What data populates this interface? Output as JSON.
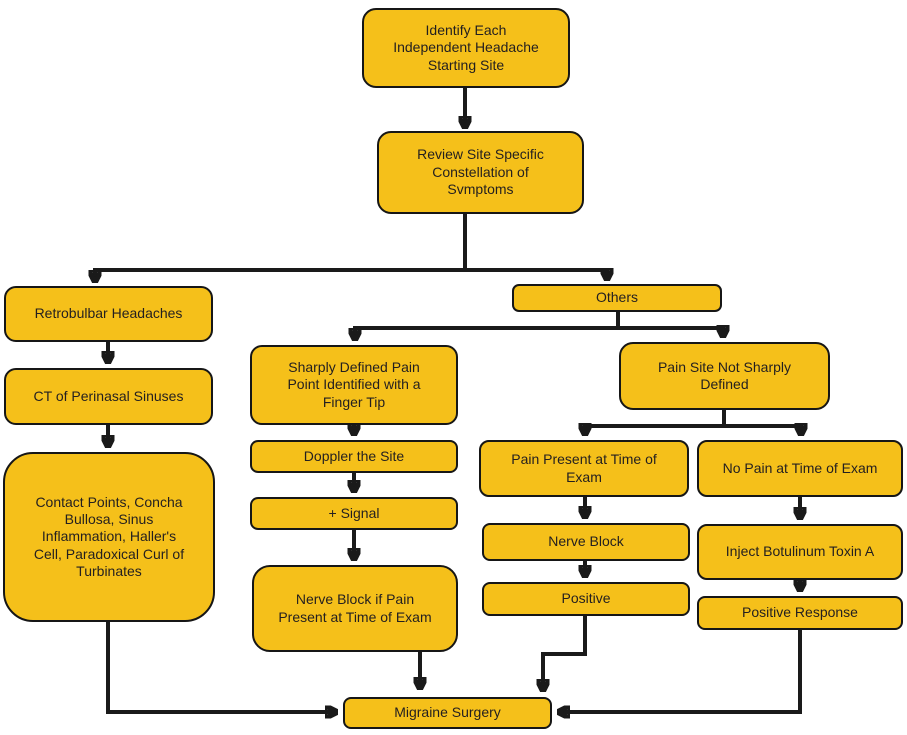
{
  "colors": {
    "box_fill": "#F5C01A",
    "box_border": "#161616",
    "arrow": "#1A1A1A",
    "text": "#231F20",
    "background": "#FFFFFF"
  },
  "nodes": {
    "identify": {
      "label": "Identify Each\nIndependent Headache\nStarting Site"
    },
    "review": {
      "label": "Review Site Specific\nConstellation of\nSvmptoms"
    },
    "retrobulbar": {
      "label": "Retrobulbar Headaches"
    },
    "ct": {
      "label": "CT of Perinasal Sinuses"
    },
    "contact": {
      "label": "Contact Points, Concha\nBullosa, Sinus\nInflammation, Haller's\nCell, Paradoxical Curl of\nTurbinates"
    },
    "others": {
      "label": "Others"
    },
    "sharply": {
      "label": "Sharply Defined Pain\nPoint Identified with a\nFinger Tip"
    },
    "doppler": {
      "label": "Doppler the Site"
    },
    "signal": {
      "label": "+ Signal"
    },
    "nerveblockif": {
      "label": "Nerve Block if Pain\nPresent at Time of Exam"
    },
    "painsite": {
      "label": "Pain Site Not Sharply\nDefined"
    },
    "painpresent": {
      "label": "Pain Present at Time of\nExam"
    },
    "nopain": {
      "label": "No Pain at Time of Exam"
    },
    "nerveblock": {
      "label": "Nerve Block"
    },
    "positive": {
      "label": "Positive"
    },
    "inject": {
      "label": "Inject Botulinum Toxin A"
    },
    "posresponse": {
      "label": "Positive Response"
    },
    "migraine": {
      "label": "Migraine Surgery"
    }
  },
  "edges": [
    {
      "from": "identify",
      "to": "review"
    },
    {
      "from": "review",
      "to": "retrobulbar"
    },
    {
      "from": "review",
      "to": "others"
    },
    {
      "from": "retrobulbar",
      "to": "ct"
    },
    {
      "from": "ct",
      "to": "contact"
    },
    {
      "from": "others",
      "to": "sharply"
    },
    {
      "from": "others",
      "to": "painsite"
    },
    {
      "from": "sharply",
      "to": "doppler"
    },
    {
      "from": "doppler",
      "to": "signal"
    },
    {
      "from": "signal",
      "to": "nerveblockif"
    },
    {
      "from": "painsite",
      "to": "painpresent"
    },
    {
      "from": "painsite",
      "to": "nopain"
    },
    {
      "from": "painpresent",
      "to": "nerveblock"
    },
    {
      "from": "nerveblock",
      "to": "positive"
    },
    {
      "from": "nopain",
      "to": "inject"
    },
    {
      "from": "inject",
      "to": "posresponse"
    },
    {
      "from": "contact",
      "to": "migraine"
    },
    {
      "from": "nerveblockif",
      "to": "migraine"
    },
    {
      "from": "positive",
      "to": "migraine"
    },
    {
      "from": "posresponse",
      "to": "migraine"
    }
  ]
}
